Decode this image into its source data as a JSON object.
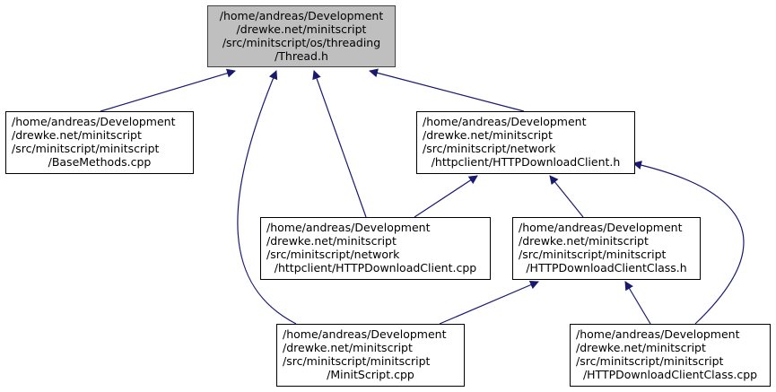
{
  "graph": {
    "title": "",
    "nodes": [
      {
        "id": "thread_h",
        "lines": [
          "/home/andreas/Development",
          "/drewke.net/minitscript",
          "/src/minitscript/os/threading",
          "/Thread.h"
        ],
        "highlight": true
      },
      {
        "id": "basemethods_cpp",
        "lines": [
          "/home/andreas/Development",
          "/drewke.net/minitscript",
          "/src/minitscript/minitscript",
          "/BaseMethods.cpp"
        ]
      },
      {
        "id": "httpdownloadclient_h",
        "lines": [
          "/home/andreas/Development",
          "/drewke.net/minitscript",
          "/src/minitscript/network",
          "/httpclient/HTTPDownloadClient.h"
        ]
      },
      {
        "id": "httpdownloadclient_cpp",
        "lines": [
          "/home/andreas/Development",
          "/drewke.net/minitscript",
          "/src/minitscript/network",
          "/httpclient/HTTPDownloadClient.cpp"
        ]
      },
      {
        "id": "httpdownloadclientclass_h",
        "lines": [
          "/home/andreas/Development",
          "/drewke.net/minitscript",
          "/src/minitscript/minitscript",
          "/HTTPDownloadClientClass.h"
        ]
      },
      {
        "id": "minitscript_cpp",
        "lines": [
          "/home/andreas/Development",
          "/drewke.net/minitscript",
          "/src/minitscript/minitscript",
          "/MinitScript.cpp"
        ]
      },
      {
        "id": "httpdownloadclientclass_cpp",
        "lines": [
          "/home/andreas/Development",
          "/drewke.net/minitscript",
          "/src/minitscript/minitscript",
          "/HTTPDownloadClientClass.cpp"
        ]
      }
    ],
    "edges": [
      {
        "from": "basemethods_cpp",
        "to": "thread_h"
      },
      {
        "from": "httpdownloadclient_h",
        "to": "thread_h"
      },
      {
        "from": "httpdownloadclient_cpp",
        "to": "thread_h"
      },
      {
        "from": "minitscript_cpp",
        "to": "thread_h"
      },
      {
        "from": "httpdownloadclient_cpp",
        "to": "httpdownloadclient_h"
      },
      {
        "from": "httpdownloadclientclass_h",
        "to": "httpdownloadclient_h"
      },
      {
        "from": "httpdownloadclientclass_cpp",
        "to": "httpdownloadclient_h"
      },
      {
        "from": "minitscript_cpp",
        "to": "httpdownloadclientclass_h"
      },
      {
        "from": "httpdownloadclientclass_cpp",
        "to": "httpdownloadclientclass_h"
      }
    ],
    "colors": {
      "edge": "#191970",
      "node_border": "#000000",
      "highlight_fill": "#bfbfbf",
      "highlight_border": "#404040"
    }
  }
}
